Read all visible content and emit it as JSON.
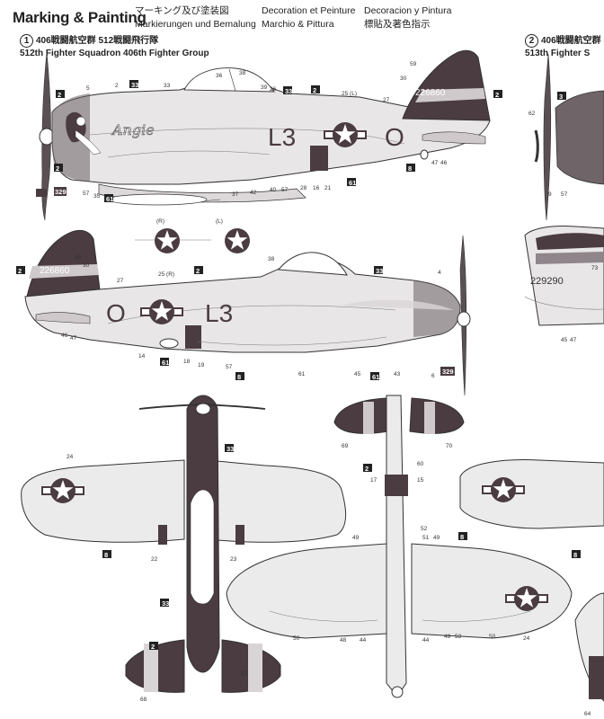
{
  "header": {
    "title": "Marking & Painting",
    "col1": [
      "マーキング及び塗装図",
      "Markierungen und Bemalung"
    ],
    "col2": [
      "Decoration et Peinture",
      "Marchio & Pittura"
    ],
    "col3": [
      "Decoracion y Pintura",
      "標貼及著色指示"
    ]
  },
  "schemes": [
    {
      "num": "1",
      "unit_jp": "406戦闘航空群 512戦闘飛行隊",
      "unit_en": "512th Fighter Squadron 406th Fighter Group"
    },
    {
      "num": "2",
      "unit_jp": "406戦闘航空群 5",
      "unit_en": "513th Fighter S"
    }
  ],
  "aircraft": {
    "serial_1": "226860",
    "serial_2": "229290",
    "code_left": "L3",
    "code_right": "O",
    "nose_art": "Angie"
  },
  "callouts": [
    "25 (L)",
    "25 (R)",
    "(R)",
    "(L)",
    "329",
    "329"
  ],
  "colors": {
    "dark": "#4a3c40",
    "mid": "#8f858a",
    "light": "#d9d4d6",
    "line": "#333333"
  }
}
